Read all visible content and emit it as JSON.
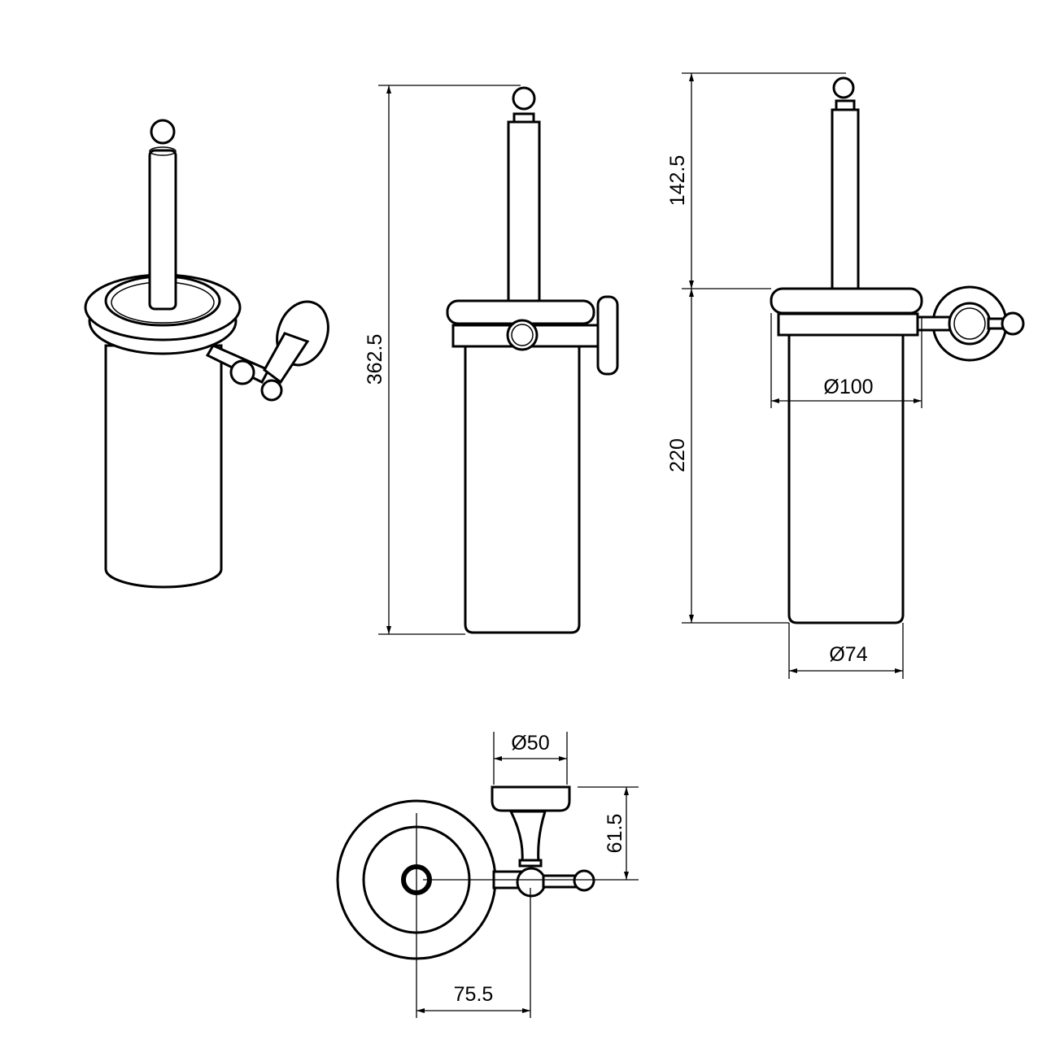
{
  "dimensions": {
    "total_height": "362.5",
    "brush_height": "142.5",
    "cup_height": "220",
    "lid_diameter": "Ø100",
    "cup_diameter": "Ø74",
    "plate_diameter": "Ø50",
    "bracket_depth": "61.5",
    "axis_offset": "75.5"
  }
}
